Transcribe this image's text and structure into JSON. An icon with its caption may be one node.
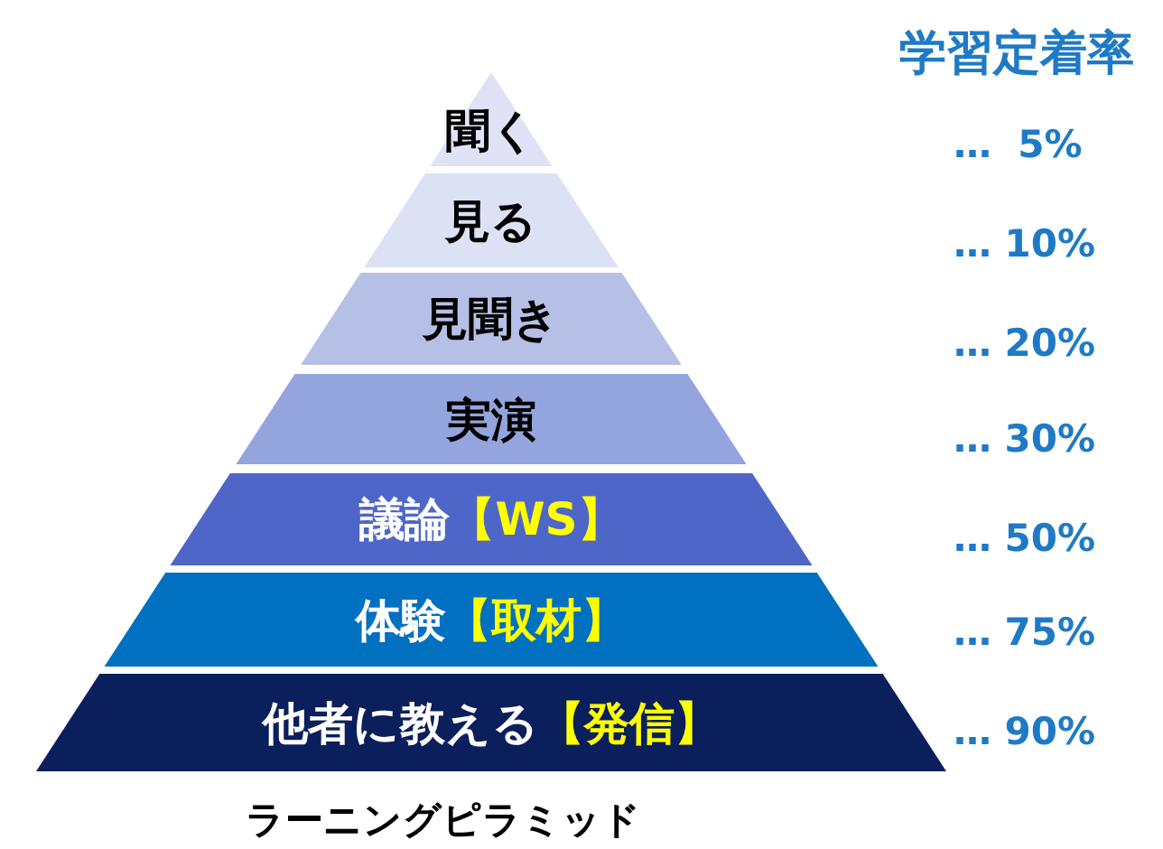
{
  "diagram": {
    "caption": "ラーニングピラミッド",
    "nodes": [
      {
        "text": [
          "聞く"
        ]
      },
      {
        "text": [
          "見る"
        ]
      },
      {
        "text": [
          "見聞き"
        ]
      },
      {
        "text": [
          "実演"
        ]
      },
      {
        "text": [
          "議論",
          "【WS】"
        ]
      },
      {
        "text": [
          "体験",
          "【取材】"
        ]
      },
      {
        "text": [
          "他者に教える",
          "【発信】"
        ]
      }
    ],
    "labels": [
      "学習定着率",
      "…  5%",
      "… 10%",
      "… 20%",
      "… 30%",
      "… 50%",
      "… 75%",
      "… 90%"
    ]
  }
}
